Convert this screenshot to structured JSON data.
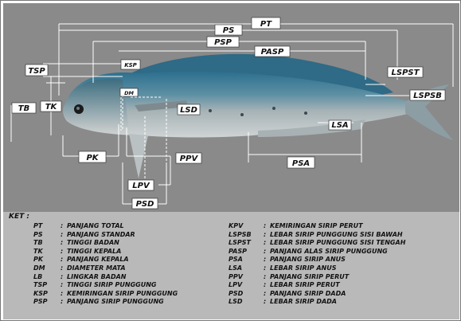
{
  "labels": {
    "pt": "PT",
    "ps": "PS",
    "psp": "PSP",
    "pasp": "PASP",
    "tsp": "TSP",
    "ksp": "KSP",
    "tb": "TB",
    "tk": "TK",
    "dm": "DM",
    "lsd": "LSD",
    "lspst": "LSPST",
    "lspsb": "LSPSB",
    "lsa": "LSA",
    "pk": "PK",
    "ppv": "PPV",
    "psa": "PSA",
    "lpv": "LPV",
    "psd": "PSD"
  },
  "legend": {
    "ket": "KET :",
    "left": [
      {
        "abbr": "PT",
        "sep": ":",
        "desc": "PANJANG TOTAL"
      },
      {
        "abbr": "PS",
        "sep": ":",
        "desc": "PANJANG STANDAR"
      },
      {
        "abbr": "TB",
        "sep": ":",
        "desc": "TINGGI BADAN"
      },
      {
        "abbr": "TK",
        "sep": ":",
        "desc": "TINGGI KEPALA"
      },
      {
        "abbr": "PK",
        "sep": ":",
        "desc": "PANJANG KEPALA"
      },
      {
        "abbr": "DM",
        "sep": ":",
        "desc": "DIAMETER MATA"
      },
      {
        "abbr": "LB",
        "sep": ":",
        "desc": "LINGKAR BADAN"
      },
      {
        "abbr": "TSP",
        "sep": ":",
        "desc": "TINGGI SIRIP PUNGGUNG"
      },
      {
        "abbr": "KSP",
        "sep": ":",
        "desc": "KEMIRINGAN SIRIP PUNGGUNG"
      },
      {
        "abbr": "PSP",
        "sep": ":",
        "desc": "PANJANG SIRIP PUNGGUNG"
      }
    ],
    "right": [
      {
        "abbr": "KPV",
        "sep": ":",
        "desc": "KEMIRINGAN SIRIP PERUT"
      },
      {
        "abbr": "LSPSB",
        "sep": ":",
        "desc": "LEBAR SIRIP PUNGGUNG SISI BAWAH"
      },
      {
        "abbr": "LSPST",
        "sep": ":",
        "desc": "LEBAR SIRIP PUNGGUNG SISI TENGAH"
      },
      {
        "abbr": "PASP",
        "sep": ":",
        "desc": "PANJANG ALAS SIRIP PUNGGUNG"
      },
      {
        "abbr": "PSA",
        "sep": ":",
        "desc": "PANJANG SIRIP ANUS"
      },
      {
        "abbr": "LSA",
        "sep": ":",
        "desc": "LEBAR SIRIP ANUS"
      },
      {
        "abbr": "PPV",
        "sep": ":",
        "desc": "PANJANG SIRIP PERUT"
      },
      {
        "abbr": "LPV",
        "sep": ":",
        "desc": "LEBAR SIRIP PERUT"
      },
      {
        "abbr": "PSD",
        "sep": ":",
        "desc": "PANJANG SIRIP DADA"
      },
      {
        "abbr": "LSD",
        "sep": ":",
        "desc": "LEBAR SIRIP DADA"
      }
    ]
  },
  "colors": {
    "photo_background": "#8f8f8f",
    "legend_background": "#b9b9b9",
    "fish_back": "#2e6f8c",
    "fish_body": "#9aa6aa",
    "label_box": "#ffffff"
  }
}
